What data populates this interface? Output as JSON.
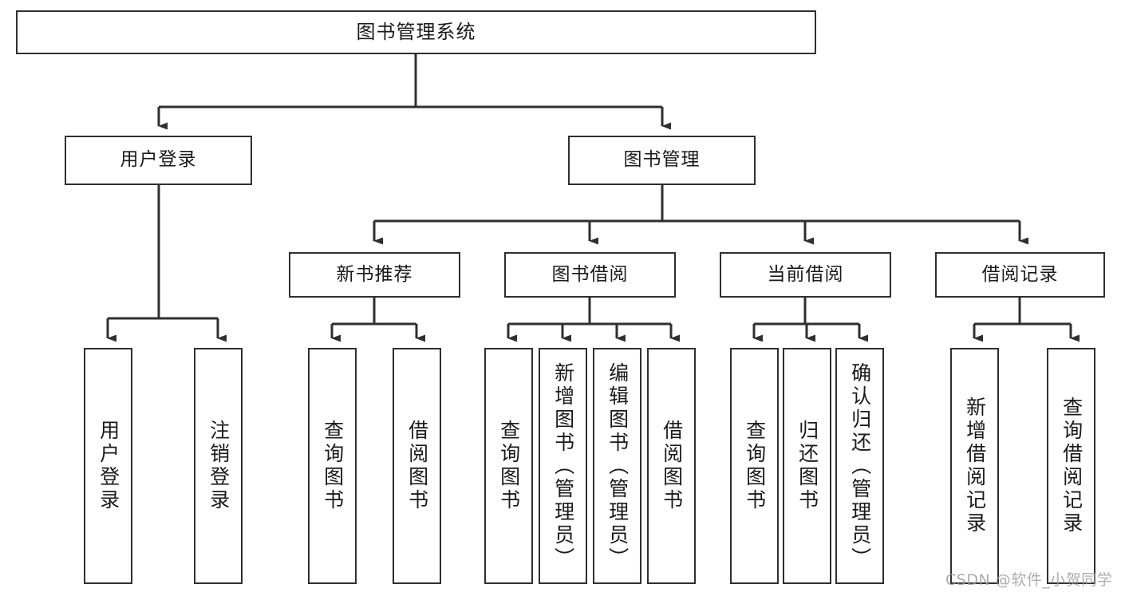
{
  "diagram": {
    "type": "tree-hierarchy",
    "title": "图书管理系统",
    "watermark": "CSDN @软件_小贺同学",
    "colors": {
      "box_border": "#2f2f2f",
      "box_fill": "#ffffff",
      "connector": "#2f2f2f",
      "text": "#1a1a1a",
      "watermark": "#9b9b9b",
      "background": "#ffffff"
    },
    "nodes": {
      "root": {
        "label": "图书管理系统"
      },
      "level2": [
        {
          "id": "user-login",
          "label": "用户登录"
        },
        {
          "id": "book-management",
          "label": "图书管理"
        }
      ],
      "level3": [
        {
          "id": "new-book-recommend",
          "label": "新书推荐"
        },
        {
          "id": "book-borrow",
          "label": "图书借阅"
        },
        {
          "id": "current-borrow",
          "label": "当前借阅"
        },
        {
          "id": "borrow-record",
          "label": "借阅记录"
        }
      ],
      "leaves": {
        "user-login": [
          {
            "id": "leaf-user-login",
            "label": "用户登录"
          },
          {
            "id": "leaf-user-logout",
            "label": "注销登录"
          }
        ],
        "new-book-recommend": [
          {
            "id": "leaf-query-book-1",
            "label": "查询图书"
          },
          {
            "id": "leaf-borrow-book-1",
            "label": "借阅图书"
          }
        ],
        "book-borrow": [
          {
            "id": "leaf-query-book-2",
            "label": "查询图书"
          },
          {
            "id": "leaf-add-book",
            "label": "新增图书（管理员）"
          },
          {
            "id": "leaf-edit-book",
            "label": "编辑图书（管理员）"
          },
          {
            "id": "leaf-borrow-book-2",
            "label": "借阅图书"
          }
        ],
        "current-borrow": [
          {
            "id": "leaf-query-book-3",
            "label": "查询图书"
          },
          {
            "id": "leaf-return-book",
            "label": "归还图书"
          },
          {
            "id": "leaf-confirm-return",
            "label": "确认归还（管理员）"
          }
        ],
        "borrow-record": [
          {
            "id": "leaf-add-record",
            "label": "新增借阅记录"
          },
          {
            "id": "leaf-query-record",
            "label": "查询借阅记录"
          }
        ]
      }
    }
  }
}
